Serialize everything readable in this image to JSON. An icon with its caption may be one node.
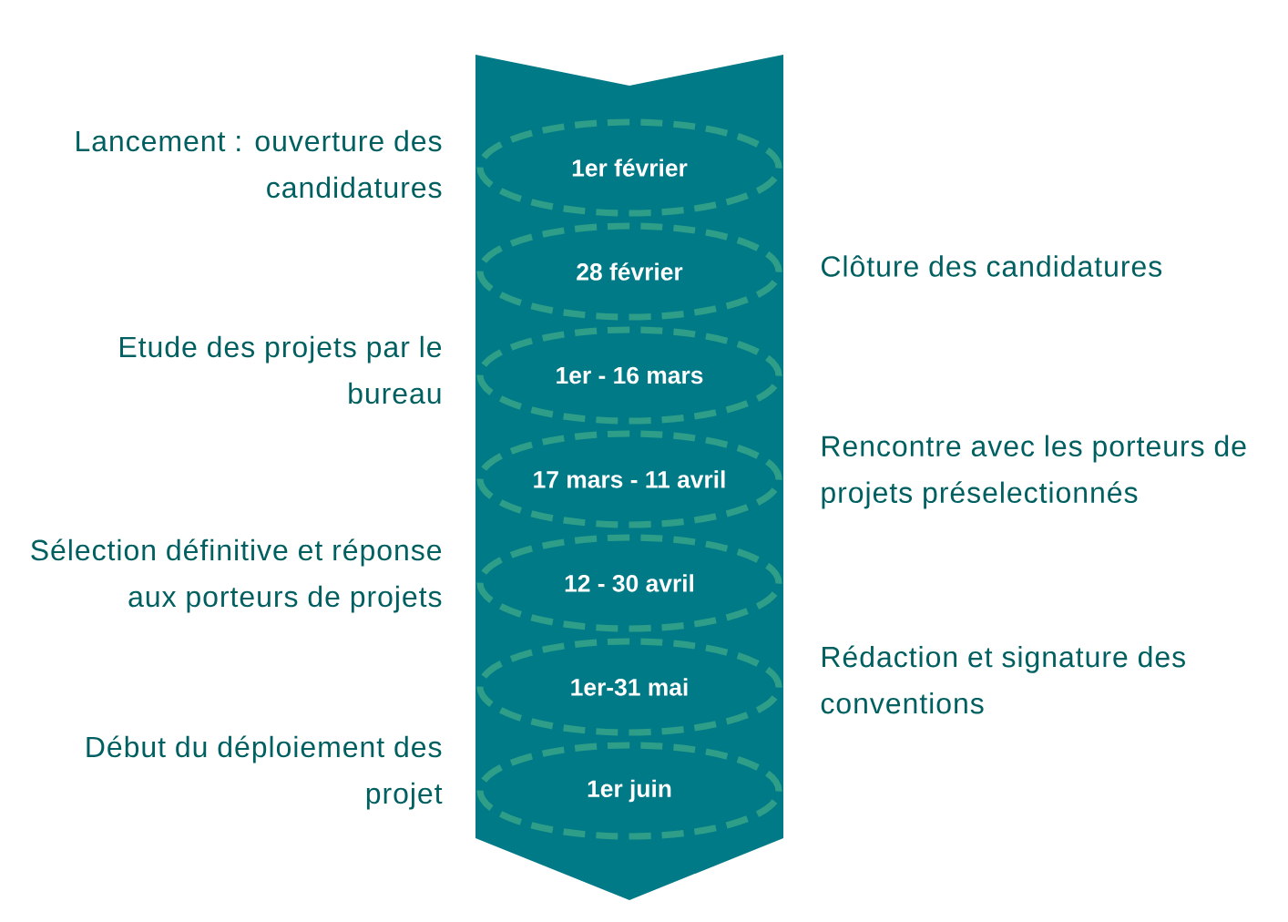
{
  "diagram": {
    "nodes": [
      {
        "text": [],
        "shape": "chevron"
      },
      {
        "text": [
          "1er février"
        ],
        "in": 0,
        "beside": [
          "Lancement : ouverture des candidatures"
        ]
      },
      {
        "text": [
          "28 février"
        ],
        "in": 0,
        "beside": [
          "Clôture des candidatures"
        ]
      },
      {
        "text": [
          "1er - 16 mars"
        ],
        "in": 0,
        "beside": [
          "Etude des projets par le bureau"
        ]
      },
      {
        "text": [
          "17 mars - 11 avril"
        ],
        "in": 0,
        "beside": [
          "Rencontre avec les porteurs de projets préselectionnés"
        ]
      },
      {
        "text": [
          "12 - 30 avril"
        ],
        "in": 0,
        "beside": [
          "Sélection définitive et réponse aux porteurs de projets"
        ]
      },
      {
        "text": [
          "1er-31 mai"
        ],
        "in": 0,
        "beside": [
          "Rédaction et signature des conventions"
        ]
      },
      {
        "text": [
          "1er juin"
        ],
        "in": 0,
        "beside": [
          "Début du déploiement des projet"
        ]
      }
    ]
  }
}
